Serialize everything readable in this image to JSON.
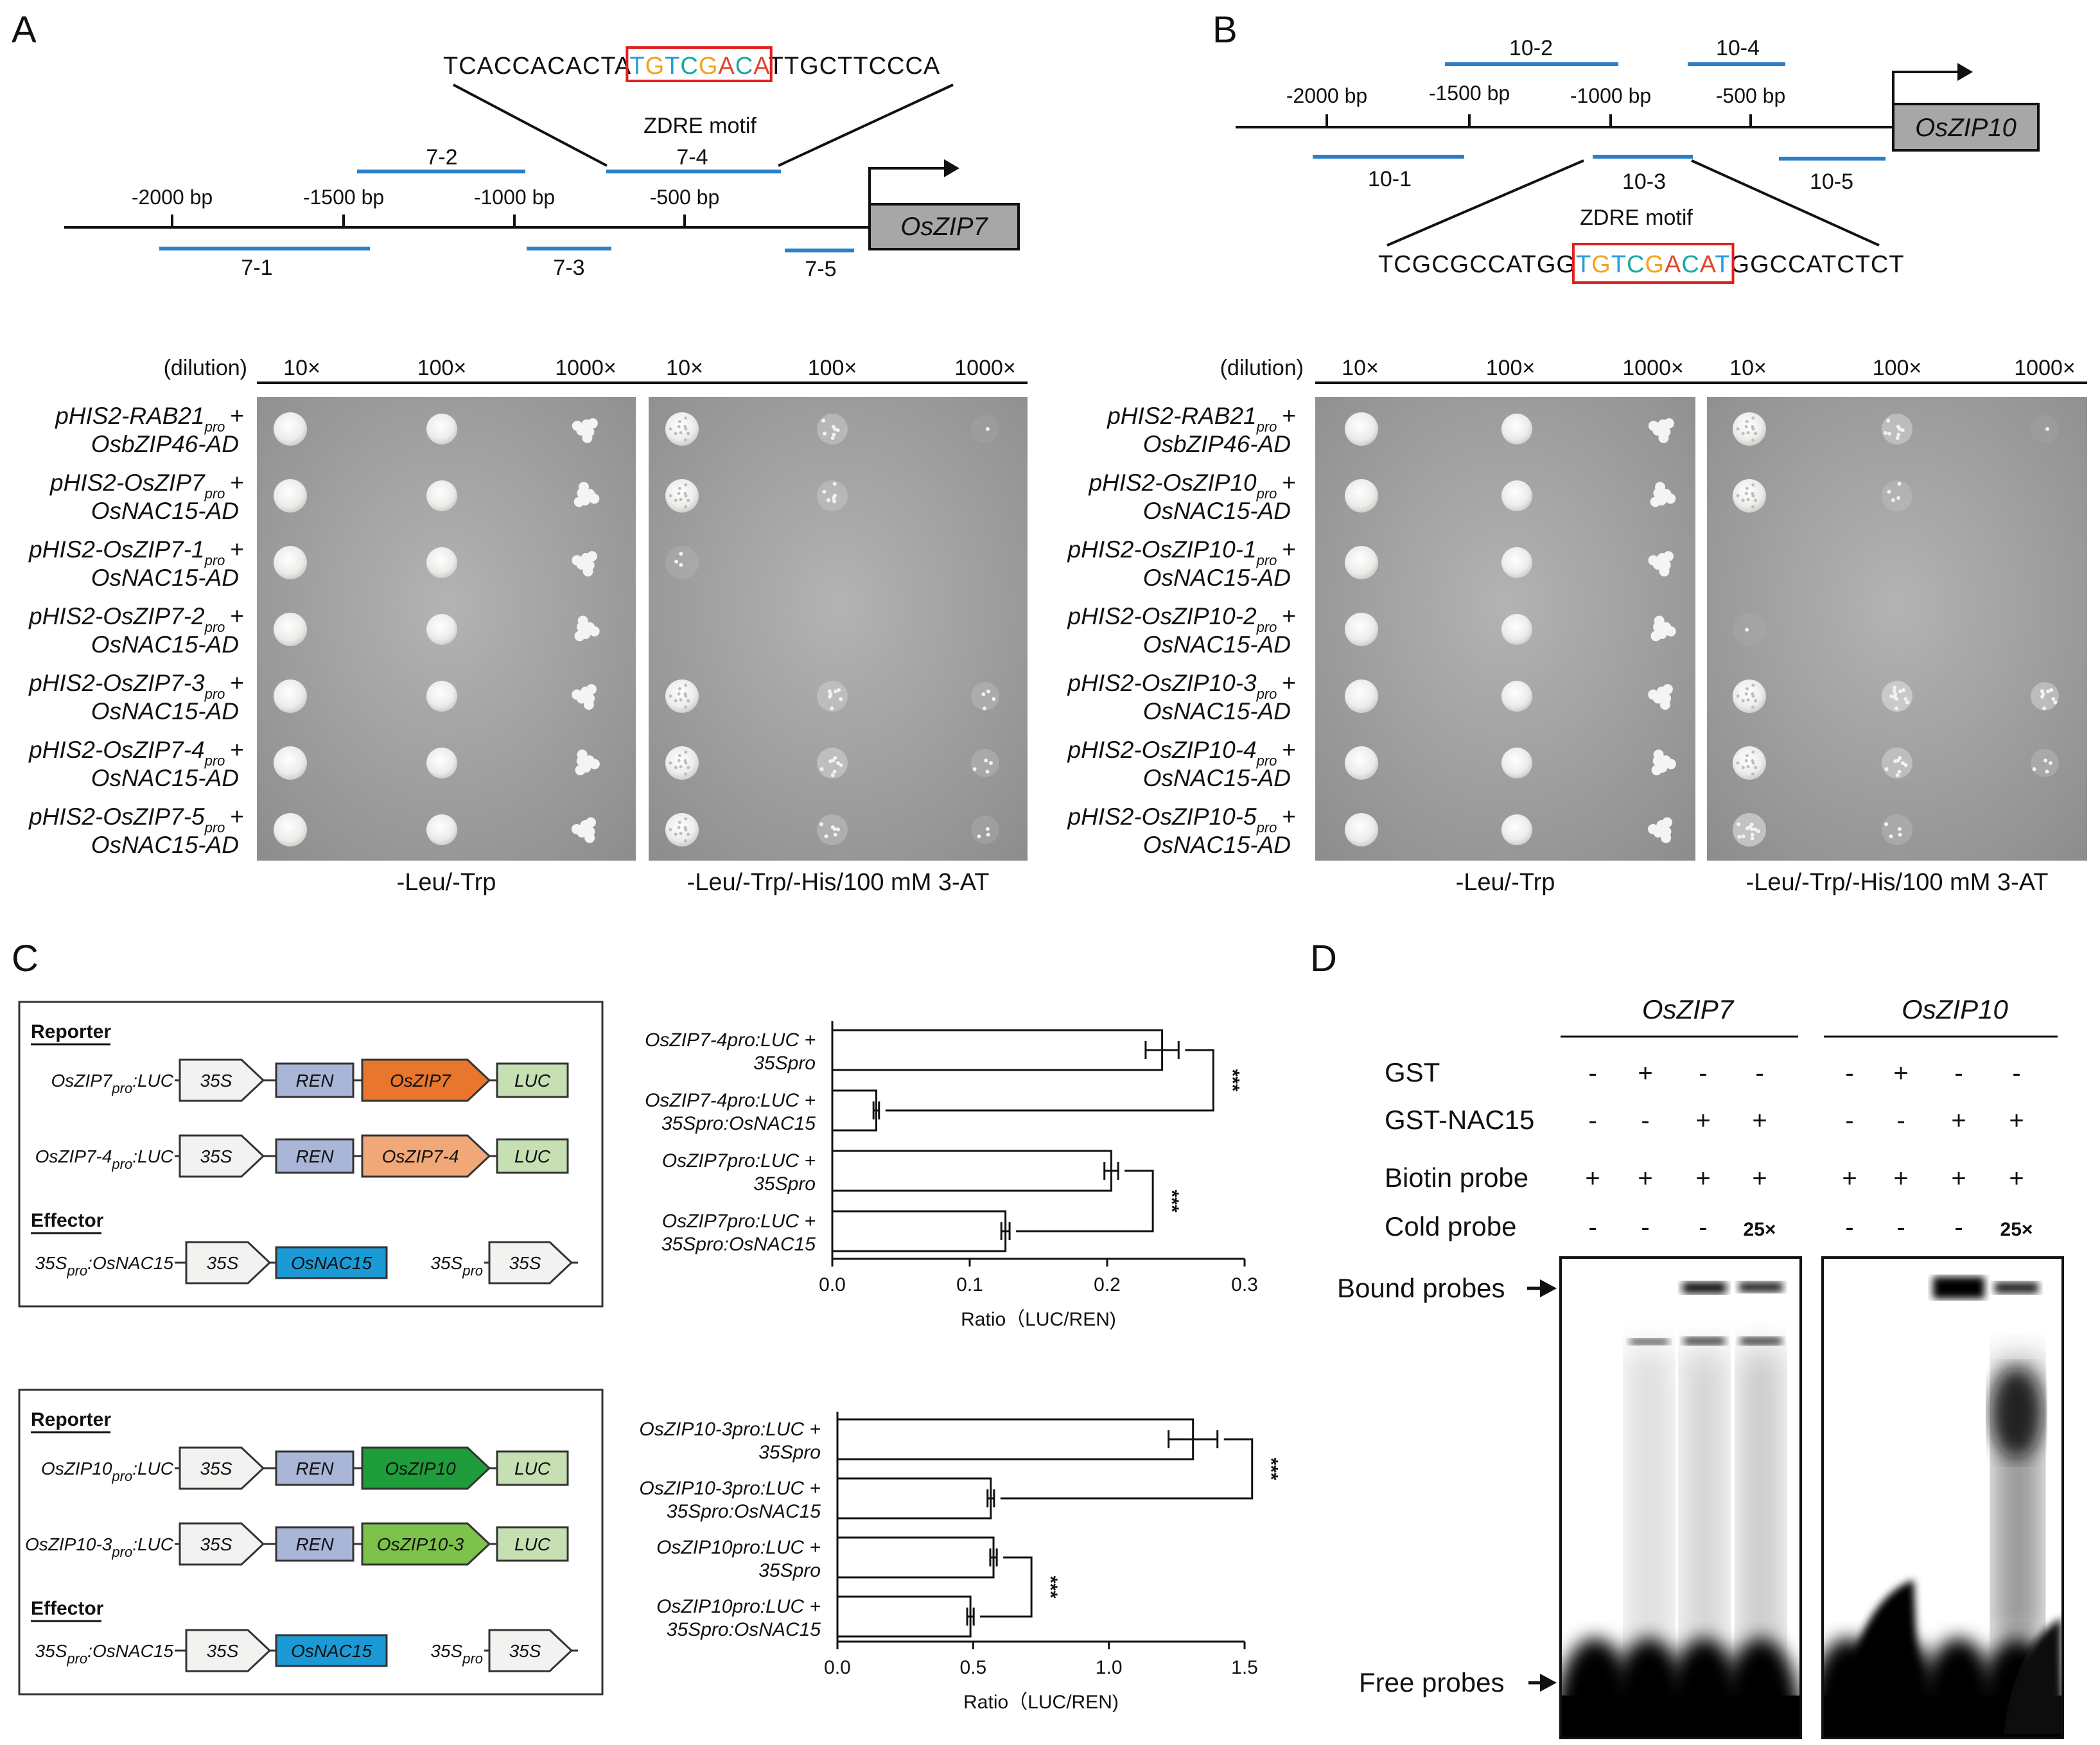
{
  "panels": {
    "a": "A",
    "b": "B",
    "c": "C",
    "d": "D"
  },
  "panel_a": {
    "sequence": {
      "pre": "TCACCACACTA",
      "motif": [
        "T",
        "G",
        "T",
        "C",
        "G",
        "A",
        "C",
        "A"
      ],
      "post": "TTGCTTCCCA"
    },
    "motif_label": "ZDRE motif",
    "ticks": [
      "-2000 bp",
      "-1500 bp",
      "-1000 bp",
      "-500 bp"
    ],
    "gene": "OsZIP7",
    "fragments": [
      "7-1",
      "7-2",
      "7-3",
      "7-4",
      "7-5"
    ]
  },
  "panel_b": {
    "sequence": {
      "pre": "TCGCGCCATGG",
      "motif": [
        "T",
        "G",
        "T",
        "C",
        "G",
        "A",
        "C",
        "A",
        "T"
      ],
      "post": "GGCCATCTCT"
    },
    "motif_label": "ZDRE motif",
    "ticks": [
      "-2000 bp",
      "-1500 bp",
      "-1000 bp",
      "-500 bp"
    ],
    "gene": "OsZIP10",
    "fragments": [
      "10-1",
      "10-2",
      "10-3",
      "10-4",
      "10-5"
    ]
  },
  "motif_colors": {
    "T": "#2b9ad8",
    "G": "#f4a21b",
    "C": "#19a9a0",
    "A": "#e0462a"
  },
  "yeast": {
    "dilution_label": "(dilution)",
    "dilutions": [
      "10×",
      "100×",
      "1000×",
      "10×",
      "100×",
      "1000×"
    ],
    "media": [
      "-Leu/-Trp",
      "-Leu/-Trp/-His/100 mM 3-AT"
    ],
    "sub_pro": "pro",
    "plus": "+",
    "a_rows": [
      {
        "l1": "pHIS2-RAB21",
        "l2": "OsbZIP46-AD"
      },
      {
        "l1": "pHIS2-OsZIP7",
        "l2": "OsNAC15-AD"
      },
      {
        "l1": "pHIS2-OsZIP7-1",
        "l2": "OsNAC15-AD"
      },
      {
        "l1": "pHIS2-OsZIP7-2",
        "l2": "OsNAC15-AD"
      },
      {
        "l1": "pHIS2-OsZIP7-3",
        "l2": "OsNAC15-AD"
      },
      {
        "l1": "pHIS2-OsZIP7-4",
        "l2": "OsNAC15-AD"
      },
      {
        "l1": "pHIS2-OsZIP7-5",
        "l2": "OsNAC15-AD"
      }
    ],
    "b_rows": [
      {
        "l1": "pHIS2-RAB21",
        "l2": "OsbZIP46-AD"
      },
      {
        "l1": "pHIS2-OsZIP10",
        "l2": "OsNAC15-AD"
      },
      {
        "l1": "pHIS2-OsZIP10-1",
        "l2": "OsNAC15-AD"
      },
      {
        "l1": "pHIS2-OsZIP10-2",
        "l2": "OsNAC15-AD"
      },
      {
        "l1": "pHIS2-OsZIP10-3",
        "l2": "OsNAC15-AD"
      },
      {
        "l1": "pHIS2-OsZIP10-4",
        "l2": "OsNAC15-AD"
      },
      {
        "l1": "pHIS2-OsZIP10-5",
        "l2": "OsNAC15-AD"
      }
    ],
    "growth_a": [
      [
        1,
        1,
        1,
        1,
        0.5,
        0.1
      ],
      [
        1,
        1,
        1,
        1,
        0.4,
        0
      ],
      [
        1,
        1,
        1,
        0.2,
        0,
        0
      ],
      [
        1,
        1,
        1,
        0,
        0,
        0
      ],
      [
        1,
        1,
        1,
        1,
        0.5,
        0.3
      ],
      [
        1,
        1,
        1,
        1,
        0.6,
        0.3
      ],
      [
        1,
        1,
        1,
        1,
        0.4,
        0.2
      ]
    ],
    "growth_b": [
      [
        1,
        1,
        1,
        1,
        0.6,
        0.1
      ],
      [
        1,
        1,
        1,
        1,
        0.3,
        0
      ],
      [
        1,
        1,
        1,
        0,
        0,
        0
      ],
      [
        1,
        1,
        1,
        0.1,
        0,
        0
      ],
      [
        1,
        1,
        1,
        1,
        0.8,
        0.6
      ],
      [
        1,
        1,
        1,
        1,
        0.6,
        0.3
      ],
      [
        1,
        1,
        1,
        0.8,
        0.3,
        0
      ]
    ]
  },
  "panel_c": {
    "reporter_label": "Reporter",
    "effector_label": "Effector",
    "box1": {
      "reporters": [
        {
          "name": "OsZIP7",
          "sub": "pro",
          "suffix": ":LUC",
          "promoter": "OsZIP7",
          "color": "#e8762d"
        },
        {
          "name": "OsZIP7-4",
          "sub": "pro",
          "suffix": ":LUC",
          "promoter": "OsZIP7-4",
          "color": "#f0a878"
        }
      ]
    },
    "box2": {
      "reporters": [
        {
          "name": "OsZIP10",
          "sub": "pro",
          "suffix": ":LUC",
          "promoter": "OsZIP10",
          "color": "#1f9d3a"
        },
        {
          "name": "OsZIP10-3",
          "sub": "pro",
          "suffix": ":LUC",
          "promoter": "OsZIP10-3",
          "color": "#7dc24a"
        }
      ]
    },
    "parts": {
      "p35s": "35S",
      "ren": "REN",
      "luc": "LUC",
      "nac": "OsNAC15"
    },
    "effector_name": "35S",
    "effector_sub": "pro",
    "effector_suffix": ":OsNAC15",
    "empty_name": "35S",
    "empty_sub": "pro",
    "significance": "***"
  },
  "chart_data": [
    {
      "type": "bar",
      "orientation": "horizontal",
      "categories": [
        [
          "OsZIP7-4pro:LUC +",
          "35Spro"
        ],
        [
          "OsZIP7-4pro:LUC +",
          "35Spro:OsNAC15"
        ],
        [
          "OsZIP7pro:LUC +",
          "35Spro"
        ],
        [
          "OsZIP7pro:LUC +",
          "35Spro:OsNAC15"
        ]
      ],
      "values": [
        0.24,
        0.032,
        0.203,
        0.126
      ],
      "errors": [
        0.012,
        0.002,
        0.005,
        0.003
      ],
      "xlabel": "Ratio（LUC/REN)",
      "xlim": [
        0,
        0.3
      ],
      "xticks": [
        "0.0",
        "0.1",
        "0.2",
        "0.3"
      ],
      "significance": [
        {
          "pair": [
            0,
            1
          ],
          "label": "***"
        },
        {
          "pair": [
            2,
            3
          ],
          "label": "***"
        }
      ]
    },
    {
      "type": "bar",
      "orientation": "horizontal",
      "categories": [
        [
          "OsZIP10-3pro:LUC +",
          "35Spro"
        ],
        [
          "OsZIP10-3pro:LUC +",
          "35Spro:OsNAC15"
        ],
        [
          "OsZIP10pro:LUC +",
          "35Spro"
        ],
        [
          "OsZIP10pro:LUC +",
          "35Spro:OsNAC15"
        ]
      ],
      "values": [
        1.31,
        0.565,
        0.575,
        0.49
      ],
      "errors": [
        0.09,
        0.012,
        0.012,
        0.012
      ],
      "xlabel": "Ratio（LUC/REN)",
      "xlim": [
        0,
        1.5
      ],
      "xticks": [
        "0.0",
        "0.5",
        "1.0",
        "1.5"
      ],
      "significance": [
        {
          "pair": [
            0,
            1
          ],
          "label": "***"
        },
        {
          "pair": [
            2,
            3
          ],
          "label": "***"
        }
      ]
    }
  ],
  "panel_d": {
    "groups": [
      "OsZIP7",
      "OsZIP10"
    ],
    "row_labels": [
      "GST",
      "GST-NAC15",
      "Biotin probe",
      "Cold probe"
    ],
    "signs": [
      [
        "-",
        "+",
        "-",
        "-"
      ],
      [
        "-",
        "-",
        "+",
        "+"
      ],
      [
        "+",
        "+",
        "+",
        "+"
      ],
      [
        "-",
        "-",
        "-",
        "25×"
      ]
    ],
    "bound_label": "Bound probes",
    "free_label": "Free probes"
  }
}
